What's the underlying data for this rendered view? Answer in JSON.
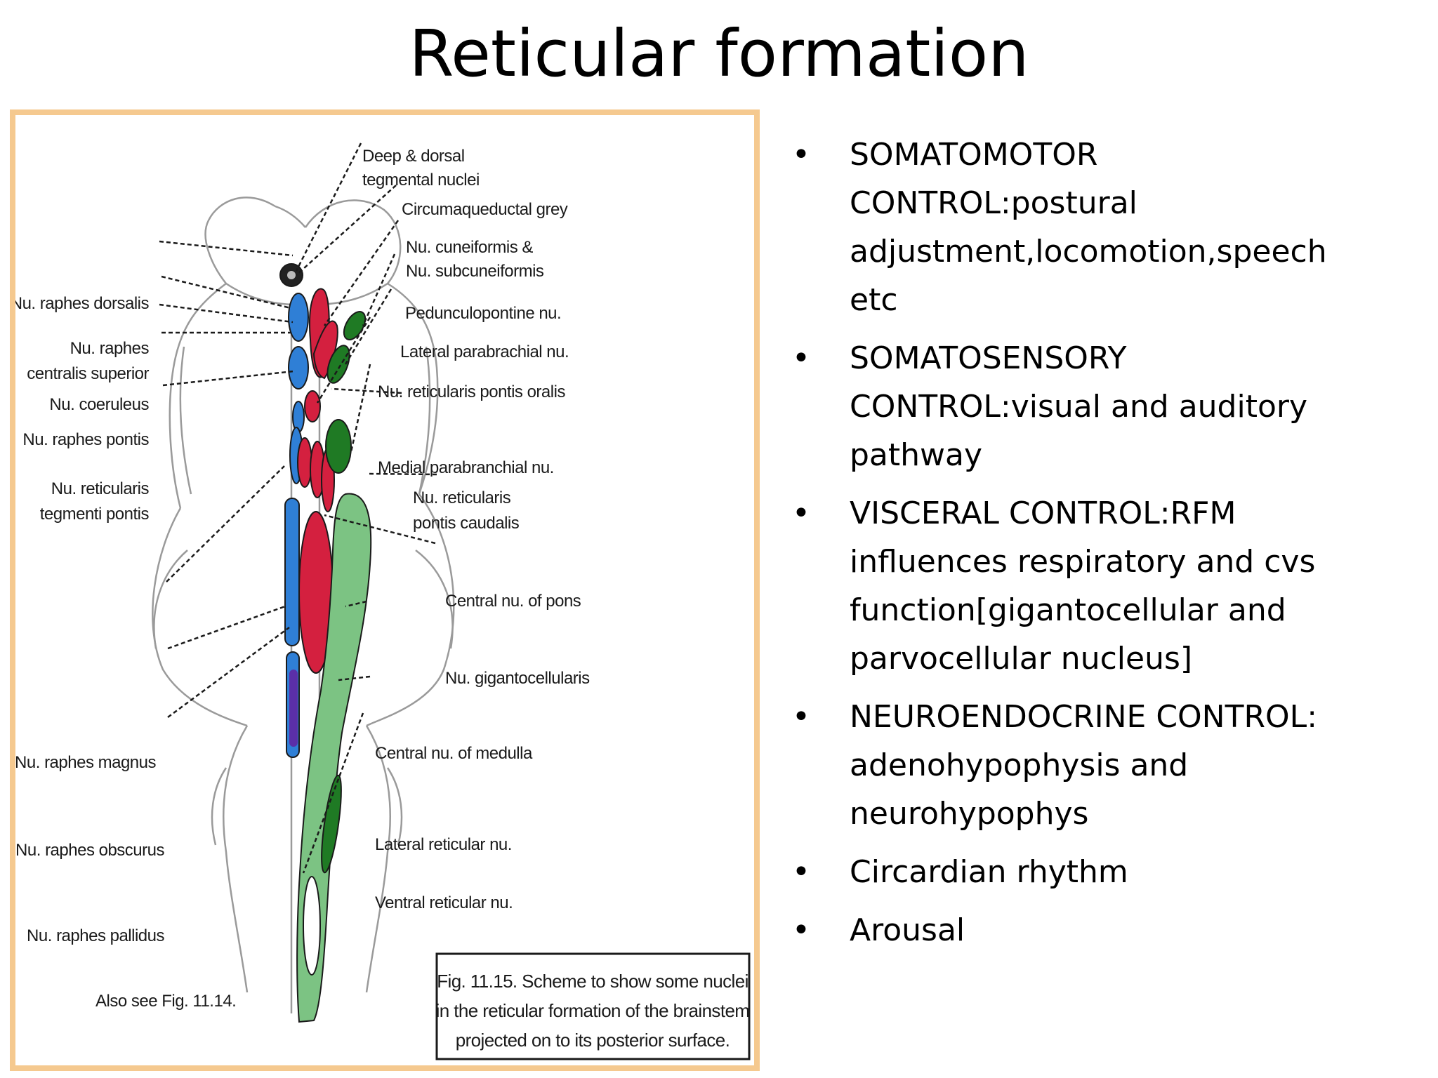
{
  "title": "Reticular formation",
  "figure": {
    "labels_left": {
      "raphes_dorsalis": "Nu. raphes dorsalis",
      "raphes_centralis_1": "Nu. raphes",
      "raphes_centralis_2": "centralis superior",
      "coeruleus": "Nu. coeruleus",
      "raphes_pontis": "Nu. raphes pontis",
      "reticularis_tegmenti_1": "Nu. reticularis",
      "reticularis_tegmenti_2": "tegmenti pontis",
      "raphes_magnus": "Nu. raphes magnus",
      "raphes_obscurus": "Nu. raphes obscurus",
      "raphes_pallidus": "Nu. raphes pallidus",
      "see_also": "Also see Fig. 11.14."
    },
    "labels_right": {
      "deep_dorsal_1": "Deep & dorsal",
      "deep_dorsal_2": "tegmental nuclei",
      "circumaqueductal": "Circumaqueductal grey",
      "cuneiformis_1": "Nu. cuneiformis &",
      "cuneiformis_2": "Nu. subcuneiformis",
      "pedunculopontine": "Pedunculopontine nu.",
      "lateral_parabrachial": "Lateral parabrachial nu.",
      "pontis_oralis": "Nu. reticularis pontis oralis",
      "medial_parabranchial": "Medial parabranchial nu.",
      "pontis_caudalis_1": "Nu. reticularis",
      "pontis_caudalis_2": "pontis caudalis",
      "central_pons": "Central nu. of pons",
      "gigantocellularis": "Nu. gigantocellularis",
      "central_medulla": "Central nu. of medulla",
      "lateral_reticular": "Lateral reticular nu.",
      "ventral_reticular": "Ventral reticular nu."
    },
    "caption": {
      "line1": "Fig. 11.15. Scheme to show some nuclei",
      "line2": "in the reticular formation of the brainstem",
      "line3": "projected on to its posterior surface."
    },
    "colors": {
      "frame": "#f5c98f",
      "blue": "#2f7fd6",
      "red": "#d4203f",
      "dark_green": "#1f7a24",
      "light_green": "#7cc383",
      "purple": "#5b2fa8"
    }
  },
  "bullets": [
    {
      "marker": "•",
      "lines": [
        "SOMATOMOTOR",
        "CONTROL:postural",
        "adjustment,locomotion,speech",
        "etc"
      ]
    },
    {
      "marker": "•",
      "lines": [
        "SOMATOSENSORY",
        "CONTROL:visual and auditory",
        "pathway"
      ]
    },
    {
      "marker": "•",
      "lines": [
        "VISCERAL CONTROL:RFM",
        "influences respiratory and cvs",
        "function[gigantocellular and",
        "parvocellular nucleus]"
      ]
    },
    {
      "marker": "•",
      "lines": [
        "NEUROENDOCRINE CONTROL:",
        "adenohypophysis and",
        "neurohypophys"
      ]
    },
    {
      "marker": "•",
      "lines": [
        "Circardian rhythm"
      ]
    },
    {
      "marker": "•",
      "lines": [
        "Arousal"
      ]
    }
  ]
}
